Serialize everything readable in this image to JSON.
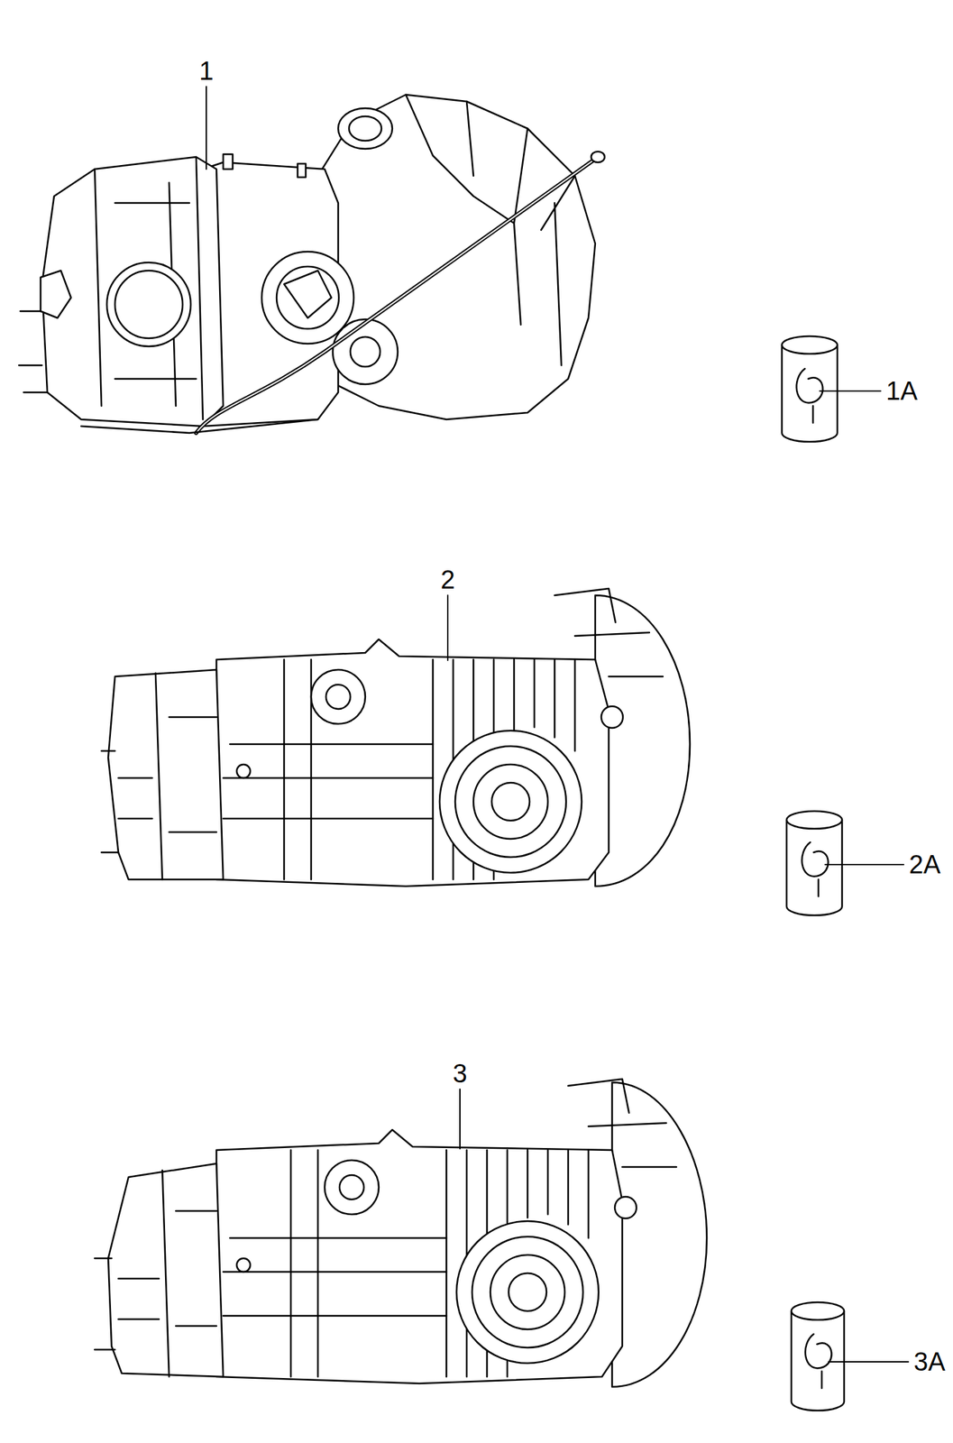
{
  "diagram": {
    "labels": [
      "1",
      "1A",
      "2",
      "2A",
      "3",
      "3A"
    ]
  }
}
